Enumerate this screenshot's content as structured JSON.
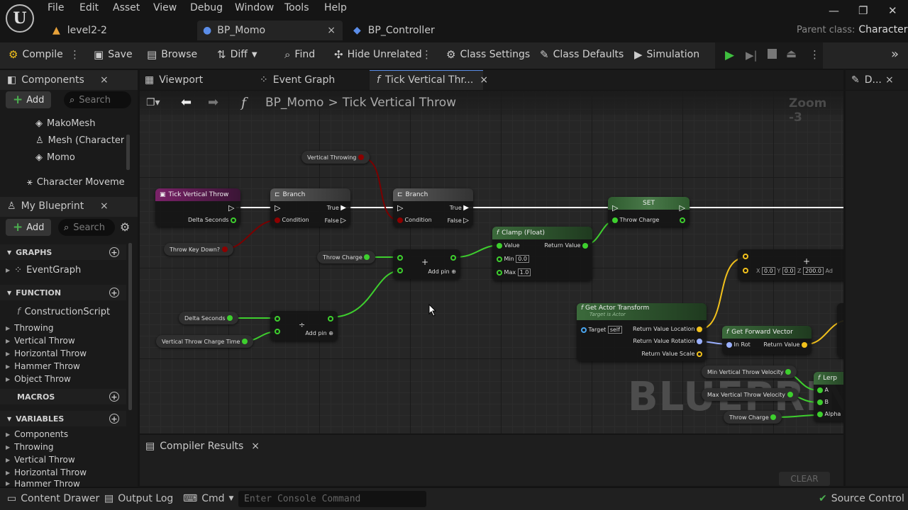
{
  "menu": [
    "File",
    "Edit",
    "Asset",
    "View",
    "Debug",
    "Window",
    "Tools",
    "Help"
  ],
  "doc_tabs": [
    {
      "label": "level2-2"
    },
    {
      "label": "BP_Momo"
    },
    {
      "label": "BP_Controller"
    }
  ],
  "parent_class": {
    "label": "Parent class:",
    "value": "Character"
  },
  "toolbar": {
    "compile": "Compile",
    "save": "Save",
    "browse": "Browse",
    "diff": "Diff",
    "find": "Find",
    "hide_unrelated": "Hide Unrelated",
    "class_settings": "Class Settings",
    "class_defaults": "Class Defaults",
    "simulation": "Simulation"
  },
  "components": {
    "title": "Components",
    "add": "Add",
    "search_placeholder": "Search",
    "items": [
      "MakoMesh",
      "Mesh (CharacterM",
      "Momo",
      "Character Moveme"
    ]
  },
  "my_blueprint": {
    "title": "My Blueprint",
    "add": "Add",
    "search_placeholder": "Search",
    "graphs": "GRAPHS",
    "event_graph": "EventGraph",
    "functions": "FUNCTION",
    "construction_script": "ConstructionScript",
    "function_groups": [
      "Throwing",
      "Vertical Throw",
      "Horizontal Throw",
      "Hammer Throw",
      "Object Throw"
    ],
    "macros": "MACROS",
    "variables": "VARIABLES",
    "variable_groups": [
      "Components",
      "Throwing",
      "Vertical Throw",
      "Horizontal Throw",
      "Hammer Throw"
    ]
  },
  "editor_tabs": {
    "viewport": "Viewport",
    "event_graph": "Event Graph",
    "function": "Tick Vertical Thr...",
    "details": "D..."
  },
  "breadcrumb": {
    "root": "BP_Momo",
    "sep": ">",
    "current": "Tick Vertical Throw",
    "zoom": "Zoom -3"
  },
  "watermark": "BLUEPRINT",
  "nodes": {
    "tick": {
      "title": "Tick Vertical Throw",
      "pin": "Delta Seconds"
    },
    "branch1": {
      "title": "Branch",
      "condition": "Condition",
      "true_label": "True",
      "false_label": "False"
    },
    "branch2": {
      "title": "Branch",
      "condition": "Condition",
      "true_label": "True",
      "false_label": "False"
    },
    "set": {
      "title": "SET",
      "pin": "Throw Charge"
    },
    "clamp": {
      "title": "Clamp (Float)",
      "value": "Value",
      "min": "Min",
      "min_val": "0.0",
      "max": "Max",
      "max_val": "1.0",
      "ret": "Return Value"
    },
    "add1": {
      "symbol": "+",
      "add_pin": "Add pin"
    },
    "div": {
      "symbol": "÷",
      "add_pin": "Add pin"
    },
    "make_vec": {
      "x_label": "X",
      "x": "0.0",
      "y_label": "Y",
      "y": "0.0",
      "z_label": "Z",
      "z": "200.0",
      "trunc": "Ad"
    },
    "actor_transform": {
      "title": "Get Actor Transform",
      "subtitle": "Target is Actor",
      "target": "Target",
      "self": "self",
      "loc": "Return Value Location",
      "rot": "Return Value Rotation",
      "scale": "Return Value Scale"
    },
    "forward": {
      "title": "Get Forward Vector",
      "in_rot": "In Rot",
      "ret": "Return Value"
    },
    "lerp": {
      "title": "Lerp",
      "a": "A",
      "b": "B",
      "alpha": "Alpha"
    }
  },
  "vars": {
    "vertical_throwing": "Vertical Throwing",
    "throw_key_down": "Throw Key Down?",
    "throw_charge": "Throw Charge",
    "delta_seconds": "Delta Seconds",
    "vt_charge_time": "Vertical Throw Charge Time",
    "min_vt_velocity": "Min Vertical Throw Velocity",
    "max_vt_velocity": "Max Vertical Throw Velocity",
    "throw_charge2": "Throw Charge"
  },
  "bottom": {
    "compiler_results": "Compiler Results",
    "clear": "CLEAR"
  },
  "status": {
    "content_drawer": "Content Drawer",
    "output_log": "Output Log",
    "cmd": "Cmd",
    "console_placeholder": "Enter Console Command",
    "source_control": "Source Control"
  },
  "colors": {
    "exec": "#ffffff",
    "bool": "#8c0000",
    "float": "#3ecf2e",
    "vector": "#f2c11c",
    "rotator": "#9ab0ff",
    "function_header": "#3b5f3b",
    "event_header": "#6a1e5c"
  }
}
